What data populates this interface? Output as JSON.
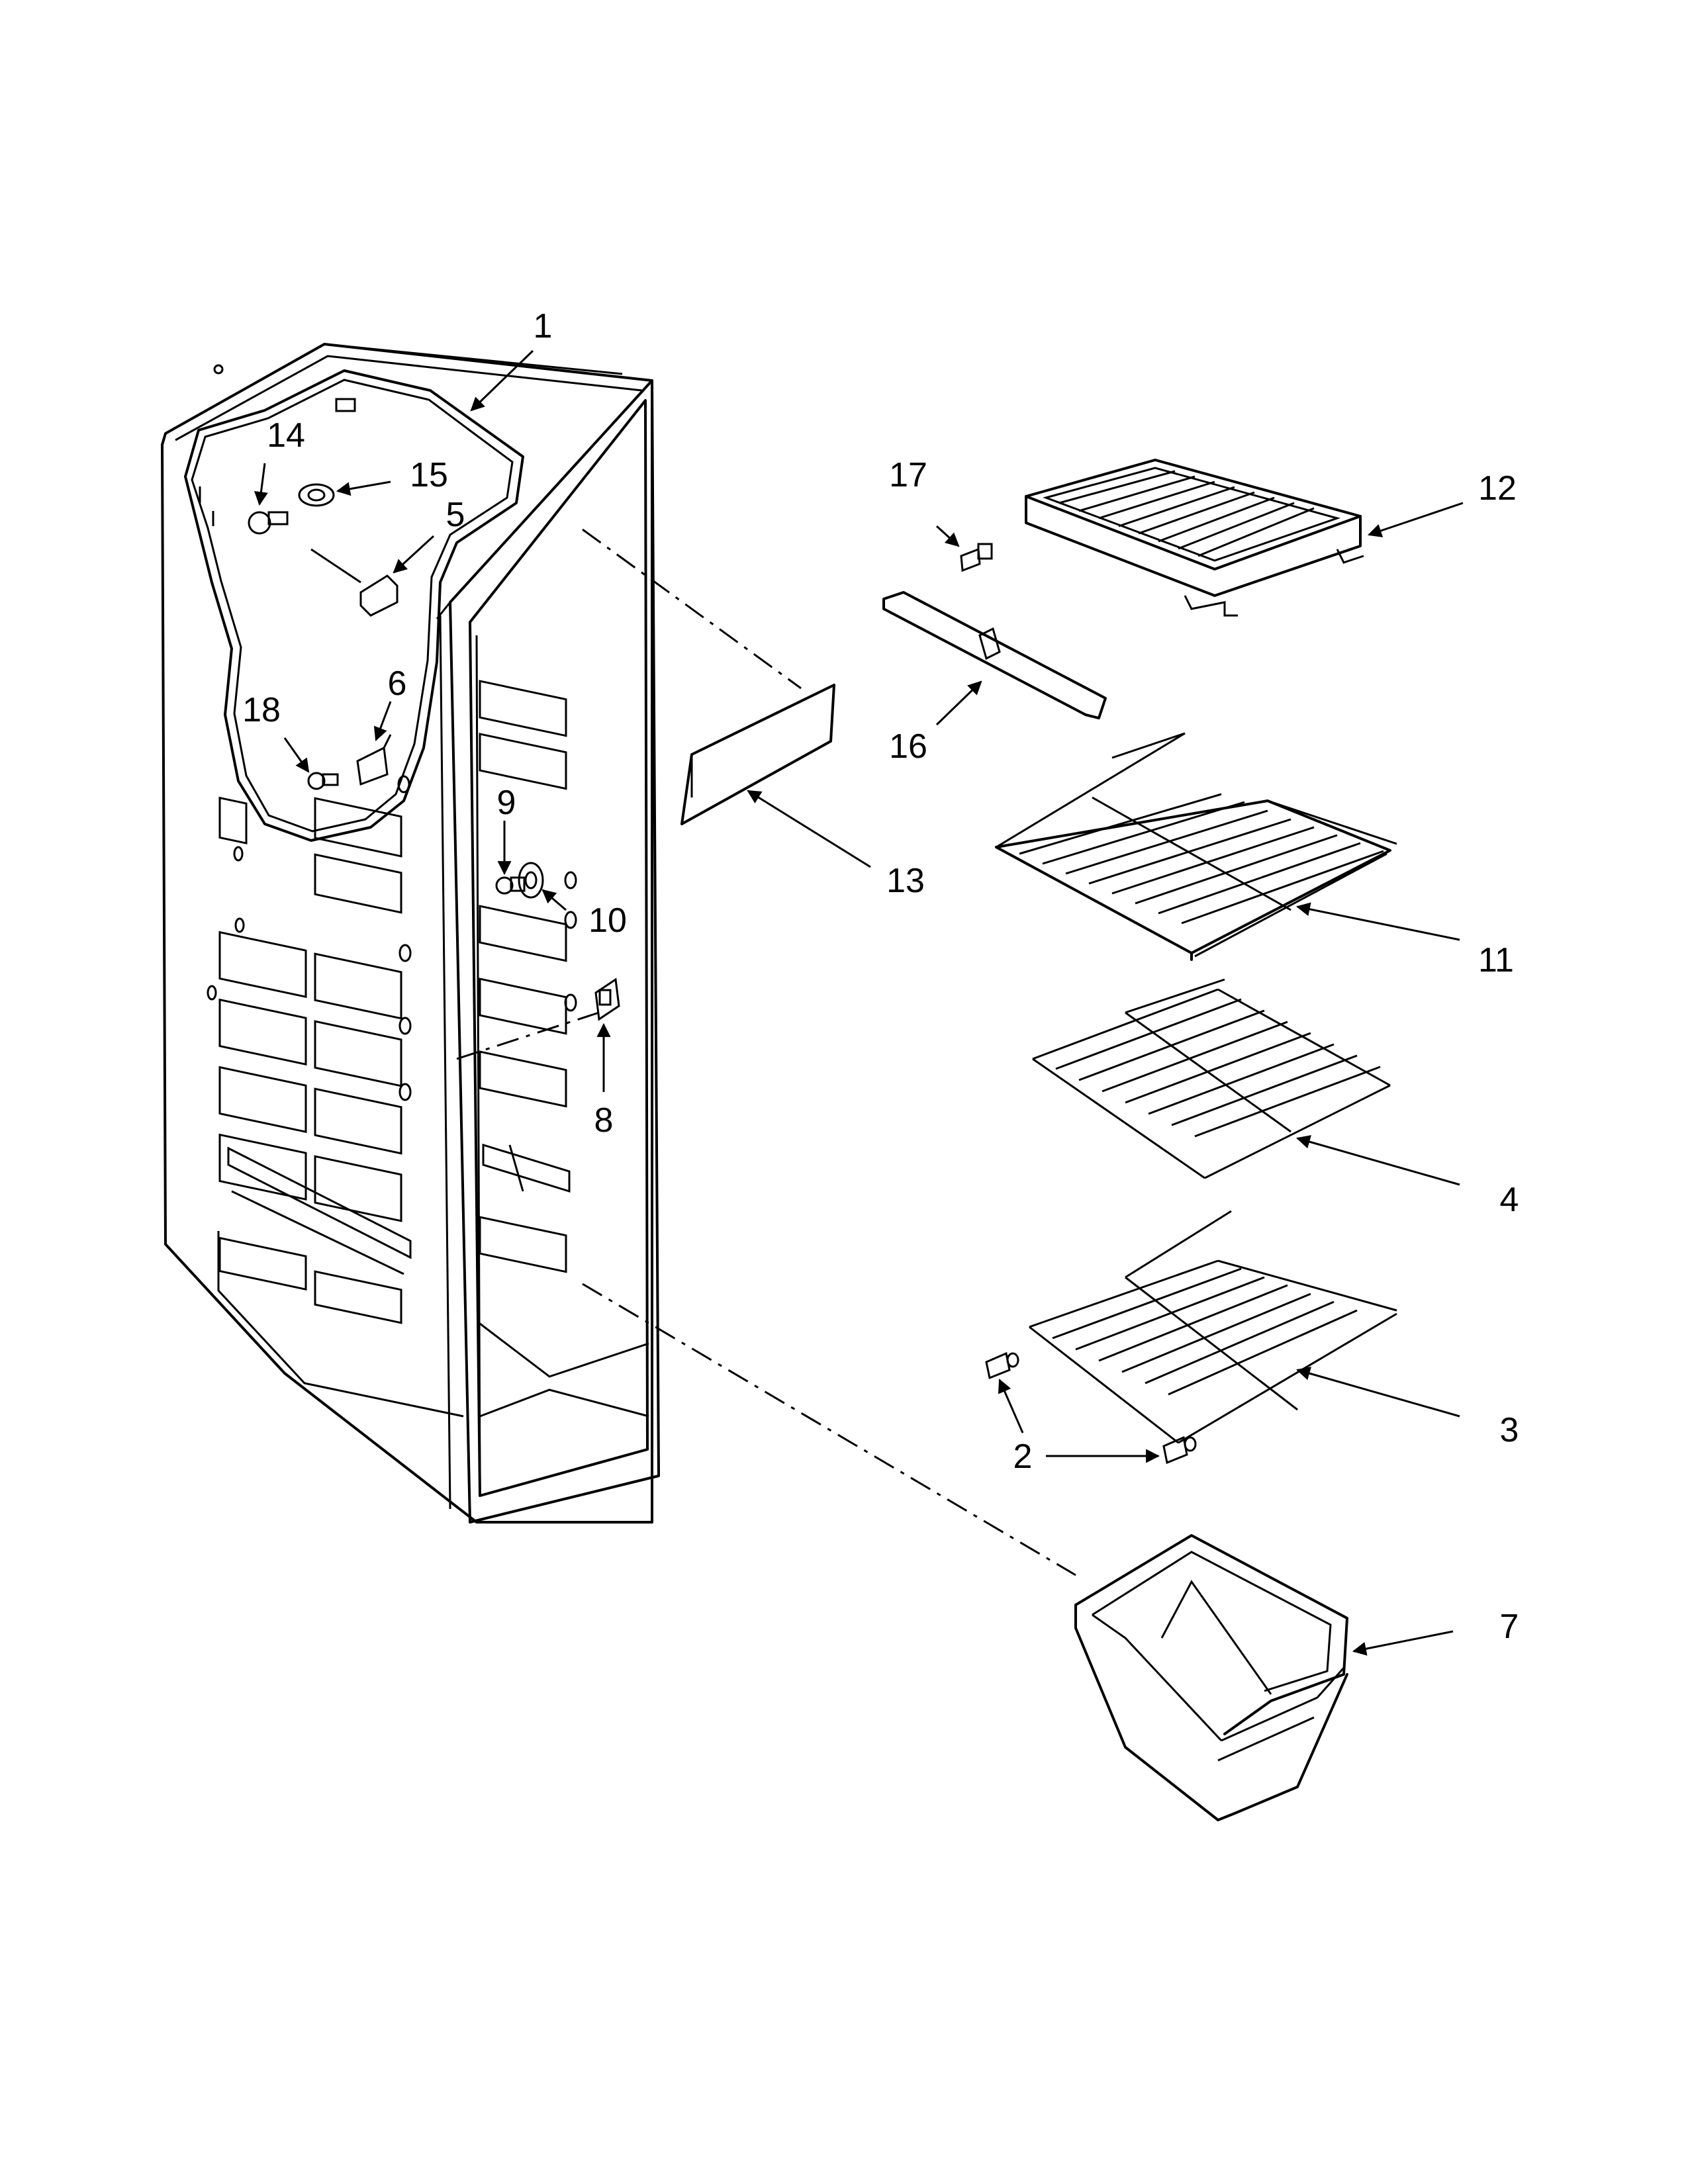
{
  "diagram": {
    "part_labels": {
      "p1": "1",
      "p2": "2",
      "p3": "3",
      "p4": "4",
      "p5": "5",
      "p6": "6",
      "p7": "7",
      "p8": "8",
      "p9": "9",
      "p10": "10",
      "p11": "11",
      "p12": "12",
      "p13": "13",
      "p14": "14",
      "p15": "15",
      "p16": "16",
      "p17": "17",
      "p18": "18"
    }
  }
}
